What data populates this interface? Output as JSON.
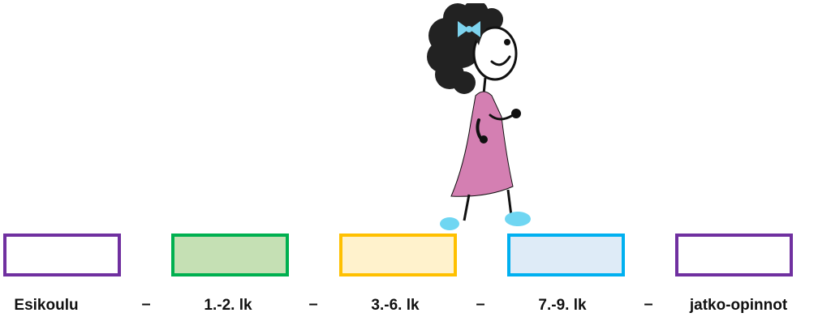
{
  "stages": [
    {
      "label": "Esikoulu",
      "border": "#7030A0",
      "fill": "#FFFFFF"
    },
    {
      "label": "1.-2. lk",
      "border": "#00B050",
      "fill": "#C5E0B4"
    },
    {
      "label": "3.-6. lk",
      "border": "#FFC000",
      "fill": "#FFF2CC"
    },
    {
      "label": "7.-9. lk",
      "border": "#00B0F0",
      "fill": "#DEEBF7"
    },
    {
      "label": "jatko-opinnot",
      "border": "#7030A0",
      "fill": "#FFFFFF"
    }
  ],
  "separator": "–",
  "figure": {
    "icon": "walking-girl-icon",
    "hair_color": "#222222",
    "bow_color": "#7DD3EE",
    "dress_color": "#D47FB2",
    "shoe_color": "#6FD6F2"
  }
}
